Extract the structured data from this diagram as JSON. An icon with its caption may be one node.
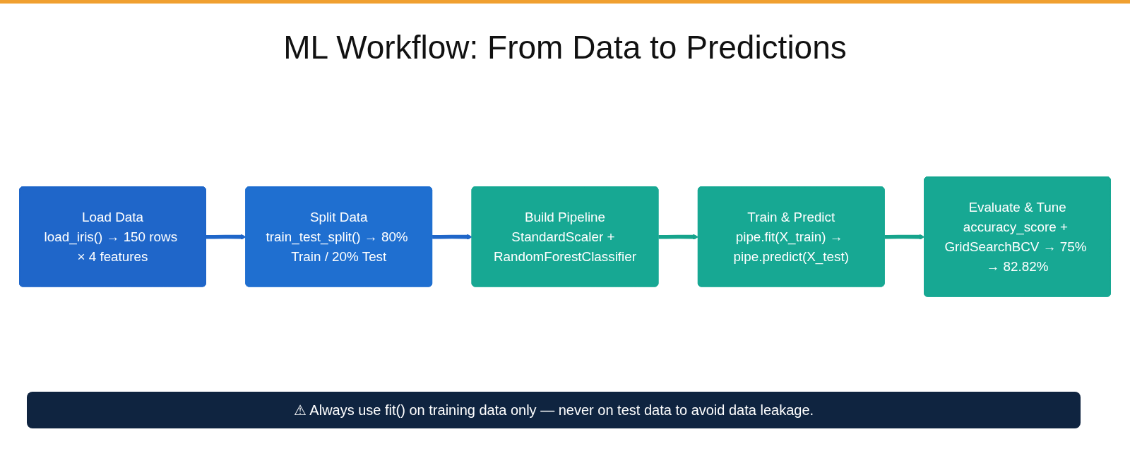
{
  "diagram": {
    "title": "ML Workflow: From Data to Predictions",
    "nodes": [
      {
        "text": [
          "Load Data",
          "load_iris() → 150 rows × 4 features"
        ]
      },
      {
        "text": [
          "Split Data",
          "train_test_split() → 80% Train / 20% Test"
        ]
      },
      {
        "text": [
          "Build Pipeline",
          "StandardScaler + RandomForestClassifier"
        ]
      },
      {
        "text": [
          "Train & Predict",
          "pipe.fit(X_train) → pipe.predict(X_test)"
        ]
      },
      {
        "text": [
          "Evaluate & Tune",
          "accuracy_score + GridSearchBCV → 75% → 82.82%"
        ]
      }
    ],
    "edges": [
      {
        "from": 0,
        "to": 1,
        "arrow": "to",
        "color": "#1f66c9"
      },
      {
        "from": 1,
        "to": 2,
        "arrow": "to",
        "color": "#1f66c9"
      },
      {
        "from": 2,
        "to": 3,
        "arrow": "to",
        "color": "#16a48c"
      },
      {
        "from": 3,
        "to": 4,
        "arrow": "to",
        "color": "#16a48c"
      }
    ],
    "labels": [
      "⚠ Always use fit() on training data only — never on test data to avoid data leakage."
    ]
  }
}
